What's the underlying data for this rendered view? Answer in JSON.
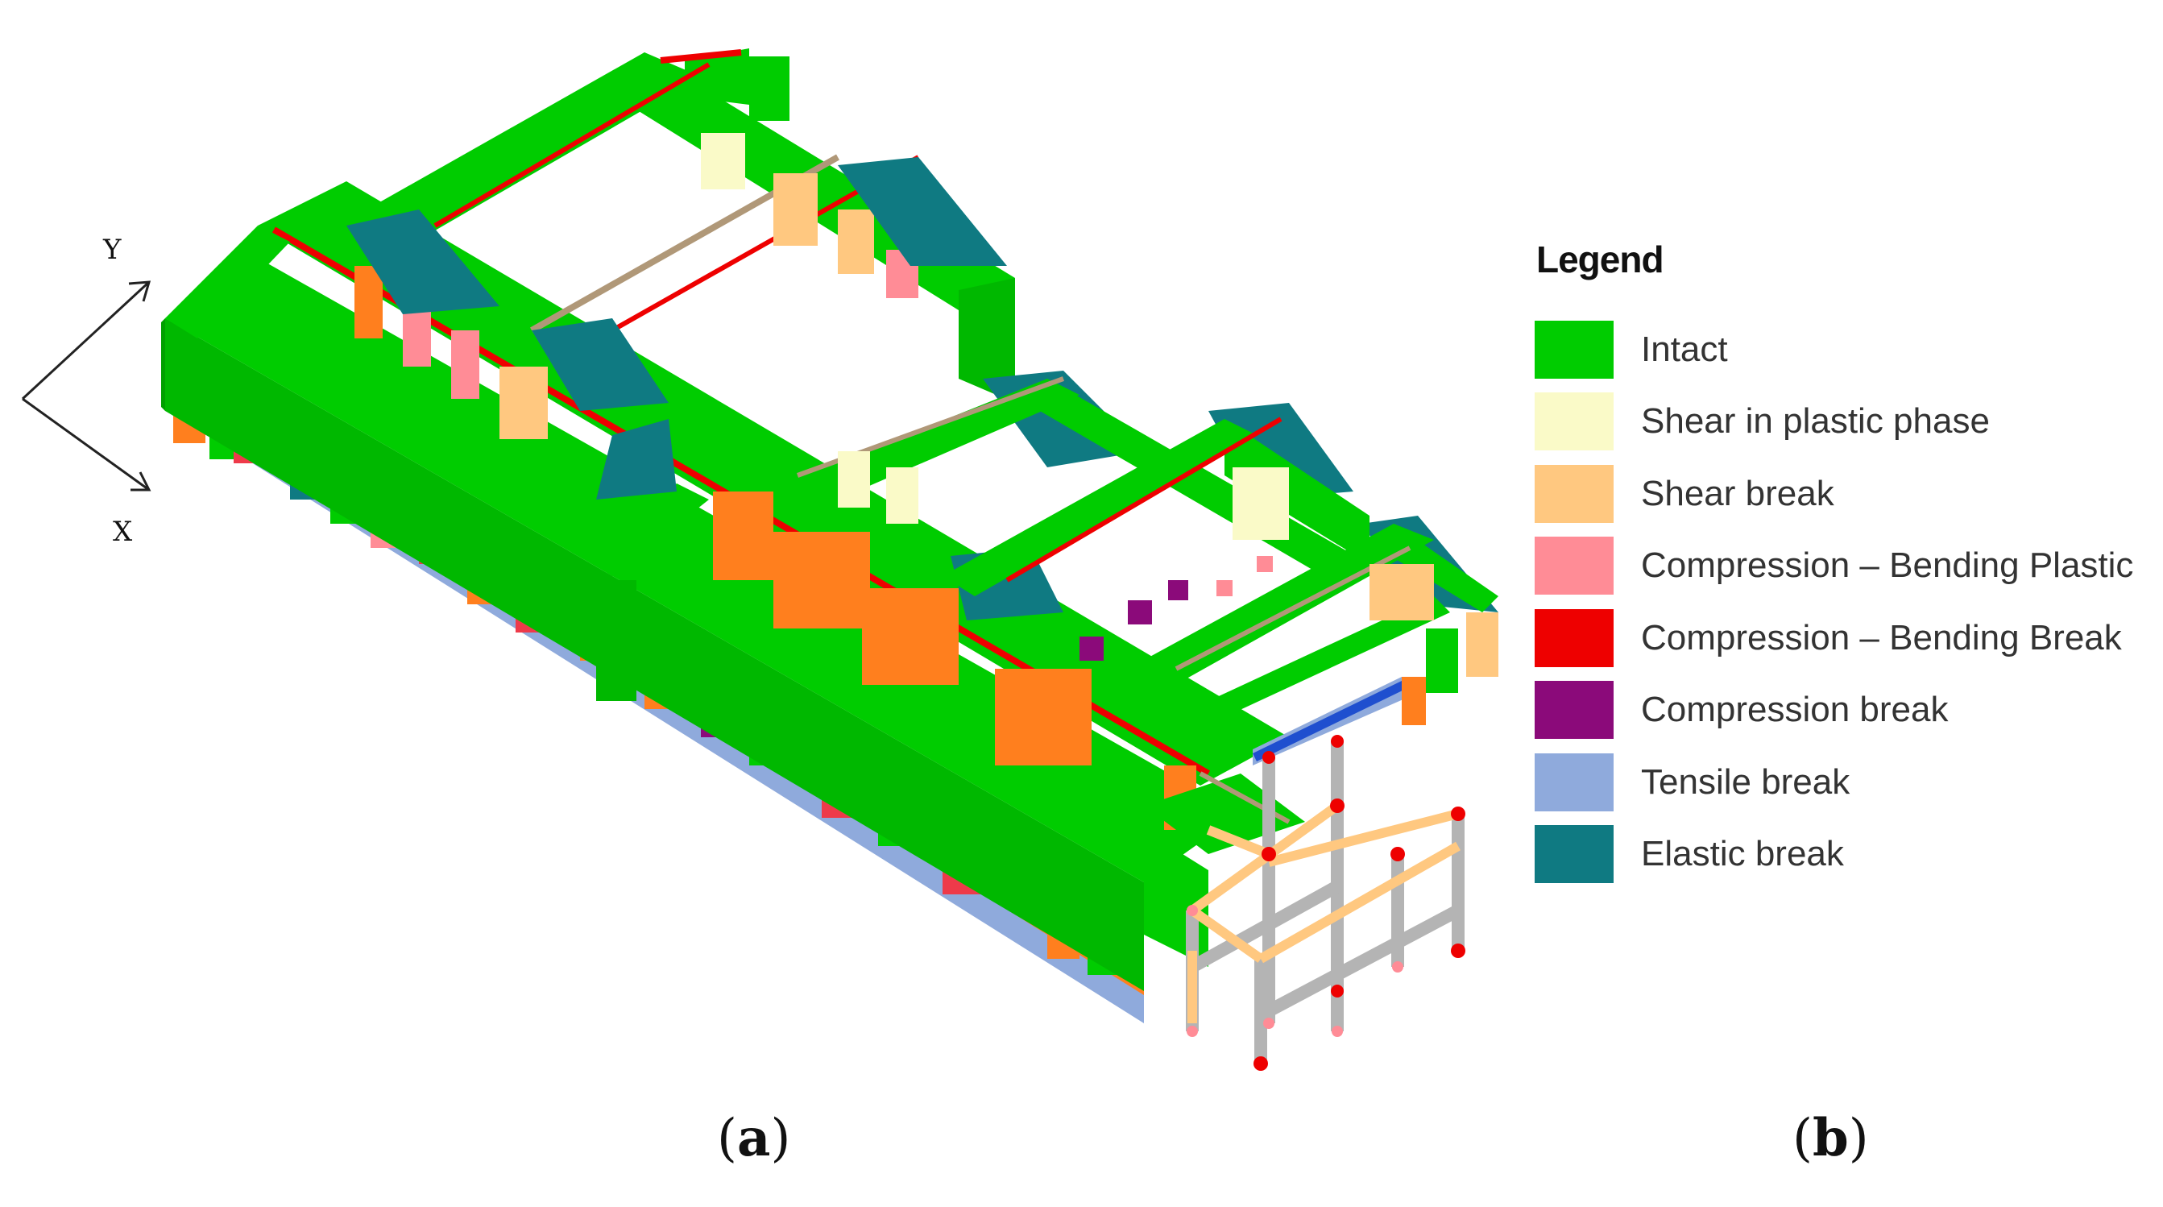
{
  "axes": {
    "y_label": "Y",
    "x_label": "X"
  },
  "legend": {
    "title": "Legend",
    "items": [
      {
        "label": "Intact",
        "color": "#00cc00"
      },
      {
        "label": "Shear in plastic phase",
        "color": "#fafac8"
      },
      {
        "label": "Shear break",
        "color": "#ffc880"
      },
      {
        "label": "Compression – Bending Plastic",
        "color": "#ff8c96"
      },
      {
        "label": "Compression – Bending Break",
        "color": "#ee0000"
      },
      {
        "label": "Compression break",
        "color": "#8b0a7a"
      },
      {
        "label": "Tensile break",
        "color": "#8faadc"
      },
      {
        "label": "Elastic break",
        "color": "#0f7a82"
      }
    ]
  },
  "panels": {
    "a_open": "(",
    "a_letter": "a",
    "a_close": ")",
    "b_open": "(",
    "b_letter": "b",
    "b_close": ")"
  },
  "colors": {
    "intact": "#00cc00",
    "intact_dark": "#00a800",
    "shear_plastic": "#fafac8",
    "shear_break": "#ffc880",
    "orange_wall": "#ff7f1e",
    "comp_bend_plastic": "#ff8c96",
    "comp_bend_break": "#ee0000",
    "compression_break": "#8b0a7a",
    "tensile_break": "#8faadc",
    "elastic_break": "#0f7a82",
    "rod": "#b09878",
    "frame_grey": "#b4b4b4",
    "frame_beam": "#ffc880"
  }
}
